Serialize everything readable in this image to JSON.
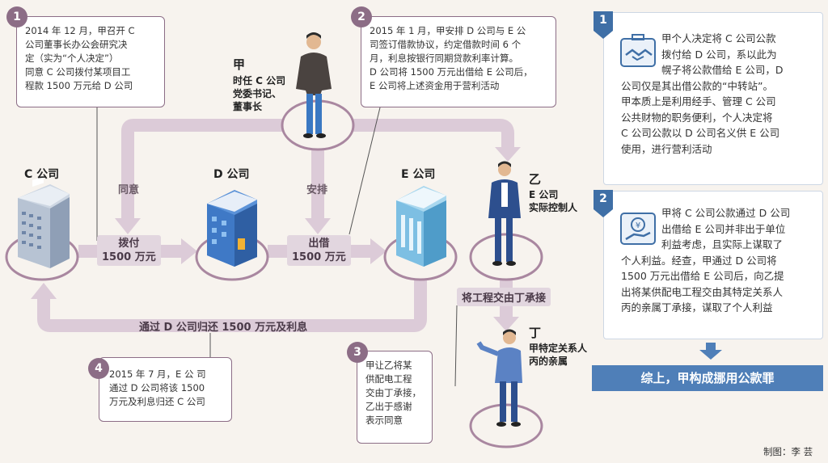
{
  "entities": {
    "c": {
      "label": "C 公司"
    },
    "d": {
      "label": "D 公司"
    },
    "e": {
      "label": "E 公司"
    }
  },
  "persons": {
    "jia": {
      "name": "甲",
      "desc": [
        "时任 C 公司",
        "党委书记、",
        "董事长"
      ]
    },
    "yi": {
      "name": "乙",
      "desc": [
        "E 公司",
        "实际控制人"
      ]
    },
    "ding": {
      "name": "丁",
      "desc": [
        "甲特定关系人",
        "丙的亲属"
      ]
    }
  },
  "flows": {
    "agree": "同意",
    "allocate": [
      "拨付",
      "1500 万元"
    ],
    "arrange": "安排",
    "lend": [
      "出借",
      "1500 万元"
    ],
    "return": "通过 D 公司归还 1500 万元及利息",
    "hand_over": "将工程交由丁承接"
  },
  "steps": [
    {
      "num": "1",
      "lines": [
        "2014 年 12 月，甲召开 C",
        "公司董事长办公会研究决",
        "定（实为“个人决定”）",
        "同意 C 公司拨付某项目工",
        "程款 1500 万元给 D 公司"
      ]
    },
    {
      "num": "2",
      "lines": [
        "2015 年 1 月，甲安排 D 公司与 E 公",
        "司签订借款协议，约定借款时间 6 个",
        "月，利息按银行同期贷款利率计算。",
        "D 公司将 1500 万元出借给 E 公司后，",
        "E 公司将上述资金用于营利活动"
      ]
    },
    {
      "num": "3",
      "lines": [
        "甲让乙将某",
        "供配电工程",
        "交由丁承接，",
        "乙出于感谢",
        "表示同意"
      ]
    },
    {
      "num": "4",
      "lines": [
        "2015 年 7 月，E 公 司",
        "通过 D 公司将该 1500",
        "万元及利息归还 C 公司"
      ]
    }
  ],
  "analysis": [
    {
      "num": "1",
      "lines": [
        "甲个人决定将 C 公司公款",
        "拨付给 D 公司，系以此为",
        "幌子将公款借给 E 公司，D",
        "公司仅是其出借公款的“中转站”。",
        "甲本质上是利用经手、管理 C 公司",
        "公共财物的职务便利，个人决定将",
        "C 公司公款以 D 公司名义供 E 公司",
        "使用，进行营利活动"
      ]
    },
    {
      "num": "2",
      "lines": [
        "甲将 C 公司公款通过 D 公司",
        "出借给 E 公司并非出于单位",
        "利益考虑，且实际上谋取了",
        "个人利益。经查，甲通过 D 公司将",
        "1500 万元出借给 E 公司后，向乙提",
        "出将某供配电工程交由其特定关系人",
        "丙的亲属丁承接，谋取了个人利益"
      ]
    }
  ],
  "conclusion": "综上，甲构成挪用公款罪",
  "credit": "制图：李 芸",
  "colors": {
    "flow": "#dccbd8",
    "accent": "#8c6d86",
    "blue": "#3f6fa6"
  }
}
